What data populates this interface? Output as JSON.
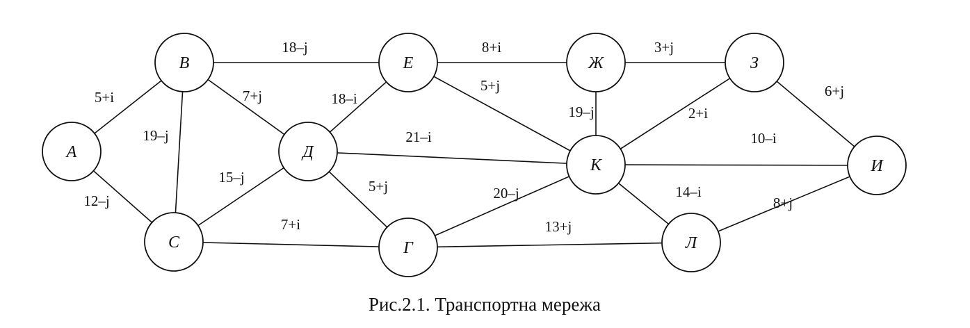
{
  "caption": "Рис.2.1. Транспортна мережа",
  "nodes": [
    {
      "id": "A",
      "label": "A"
    },
    {
      "id": "B",
      "label": "B"
    },
    {
      "id": "C",
      "label": "C"
    },
    {
      "id": "D",
      "label": "Д"
    },
    {
      "id": "E",
      "label": "E"
    },
    {
      "id": "G",
      "label": "Г"
    },
    {
      "id": "ZH",
      "label": "Ж"
    },
    {
      "id": "K",
      "label": "К"
    },
    {
      "id": "Z",
      "label": "З"
    },
    {
      "id": "I",
      "label": "И"
    },
    {
      "id": "L",
      "label": "Л"
    }
  ],
  "edges": [
    {
      "from": "A",
      "to": "B",
      "label": "5+i"
    },
    {
      "from": "A",
      "to": "C",
      "label": "12–j"
    },
    {
      "from": "B",
      "to": "C",
      "label": "19–j"
    },
    {
      "from": "B",
      "to": "E",
      "label": "18–j"
    },
    {
      "from": "B",
      "to": "D",
      "label": "7+j"
    },
    {
      "from": "C",
      "to": "D",
      "label": "15–j"
    },
    {
      "from": "C",
      "to": "G",
      "label": "7+i"
    },
    {
      "from": "D",
      "to": "E",
      "label": "18–i"
    },
    {
      "from": "D",
      "to": "K",
      "label": "21–i"
    },
    {
      "from": "D",
      "to": "G",
      "label": "5+j"
    },
    {
      "from": "E",
      "to": "ZH",
      "label": "8+i"
    },
    {
      "from": "E",
      "to": "K",
      "label": "5+j"
    },
    {
      "from": "ZH",
      "to": "Z",
      "label": "3+j"
    },
    {
      "from": "ZH",
      "to": "K",
      "label": "19–j"
    },
    {
      "from": "Z",
      "to": "K",
      "label": "2+i"
    },
    {
      "from": "Z",
      "to": "I",
      "label": "6+j"
    },
    {
      "from": "K",
      "to": "I",
      "label": "10–i"
    },
    {
      "from": "G",
      "to": "K",
      "label": "20–j"
    },
    {
      "from": "K",
      "to": "L",
      "label": "14–i"
    },
    {
      "from": "G",
      "to": "L",
      "label": "13+j"
    },
    {
      "from": "L",
      "to": "I",
      "label": "8+j"
    }
  ]
}
